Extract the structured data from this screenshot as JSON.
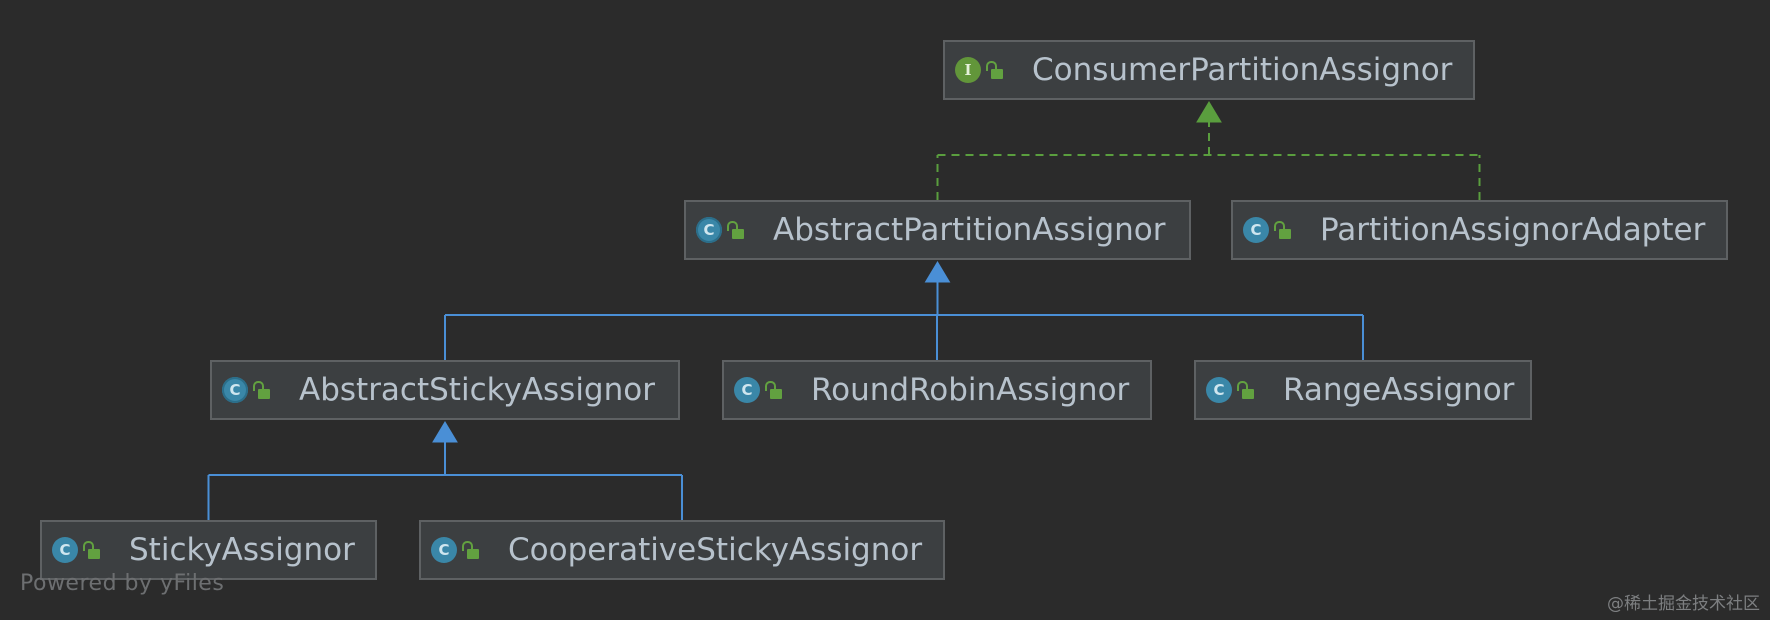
{
  "nodes": [
    {
      "id": "ConsumerPartitionAssignor",
      "kind": "interface",
      "badge": "I",
      "label": "ConsumerPartitionAssignor"
    },
    {
      "id": "AbstractPartitionAssignor",
      "kind": "abstract",
      "badge": "C",
      "label": "AbstractPartitionAssignor"
    },
    {
      "id": "PartitionAssignorAdapter",
      "kind": "class",
      "badge": "C",
      "label": "PartitionAssignorAdapter"
    },
    {
      "id": "AbstractStickyAssignor",
      "kind": "abstract",
      "badge": "C",
      "label": "AbstractStickyAssignor"
    },
    {
      "id": "RoundRobinAssignor",
      "kind": "class",
      "badge": "C",
      "label": "RoundRobinAssignor"
    },
    {
      "id": "RangeAssignor",
      "kind": "class",
      "badge": "C",
      "label": "RangeAssignor"
    },
    {
      "id": "StickyAssignor",
      "kind": "class",
      "badge": "C",
      "label": "StickyAssignor"
    },
    {
      "id": "CooperativeStickyAssignor",
      "kind": "class",
      "badge": "C",
      "label": "CooperativeStickyAssignor"
    }
  ],
  "edges": [
    {
      "from": "AbstractPartitionAssignor",
      "to": "ConsumerPartitionAssignor",
      "type": "implements"
    },
    {
      "from": "PartitionAssignorAdapter",
      "to": "ConsumerPartitionAssignor",
      "type": "implements"
    },
    {
      "from": "AbstractStickyAssignor",
      "to": "AbstractPartitionAssignor",
      "type": "extends"
    },
    {
      "from": "RoundRobinAssignor",
      "to": "AbstractPartitionAssignor",
      "type": "extends"
    },
    {
      "from": "RangeAssignor",
      "to": "AbstractPartitionAssignor",
      "type": "extends"
    },
    {
      "from": "StickyAssignor",
      "to": "AbstractStickyAssignor",
      "type": "extends"
    },
    {
      "from": "CooperativeStickyAssignor",
      "to": "AbstractStickyAssignor",
      "type": "extends"
    }
  ],
  "colors": {
    "background": "#2b2b2b",
    "implements": "#5a9e3e",
    "extends": "#4a8fd6"
  },
  "footer": {
    "powered_by": "Powered by yFiles",
    "watermark": "@稀土掘金技术社区"
  }
}
